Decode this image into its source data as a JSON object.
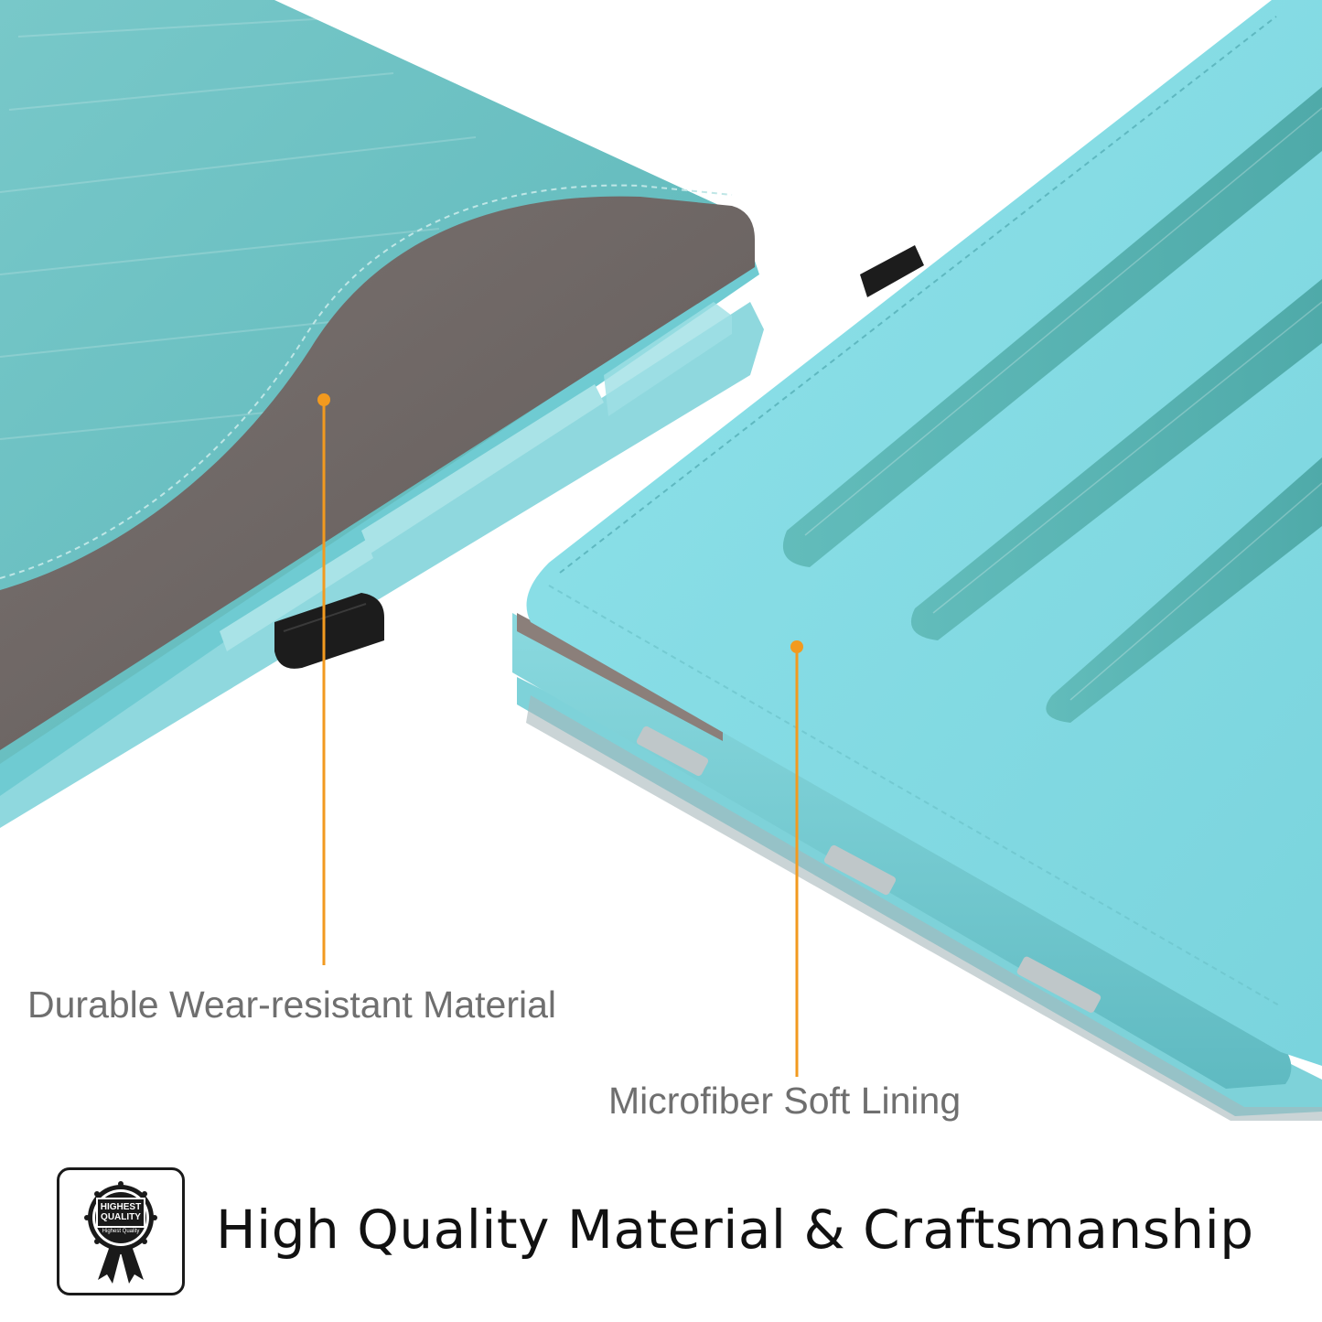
{
  "photo": {
    "left_subject": "tablet-case-exterior-closeup",
    "right_subject": "tablet-case-folded-closeup",
    "colors": {
      "exterior": "#6fc2c5",
      "exterior_dark": "#4fa6aa",
      "pocket": "#6f6866",
      "cover": "#86dce4",
      "cover_shadow": "#5cbcc4",
      "strap": "#5bb6b4",
      "elastic": "#1a1a1a",
      "callout": "#f29a1f"
    }
  },
  "callouts": {
    "left_label": "Durable Wear-resistant Material",
    "right_label": "Microfiber Soft Lining"
  },
  "badge": {
    "line1": "HIGHEST",
    "line2": "QUALITY",
    "line3": "Highest Quality",
    "icon": "quality-seal-icon"
  },
  "footer": {
    "headline": "High Quality Material & Craftsmanship"
  }
}
